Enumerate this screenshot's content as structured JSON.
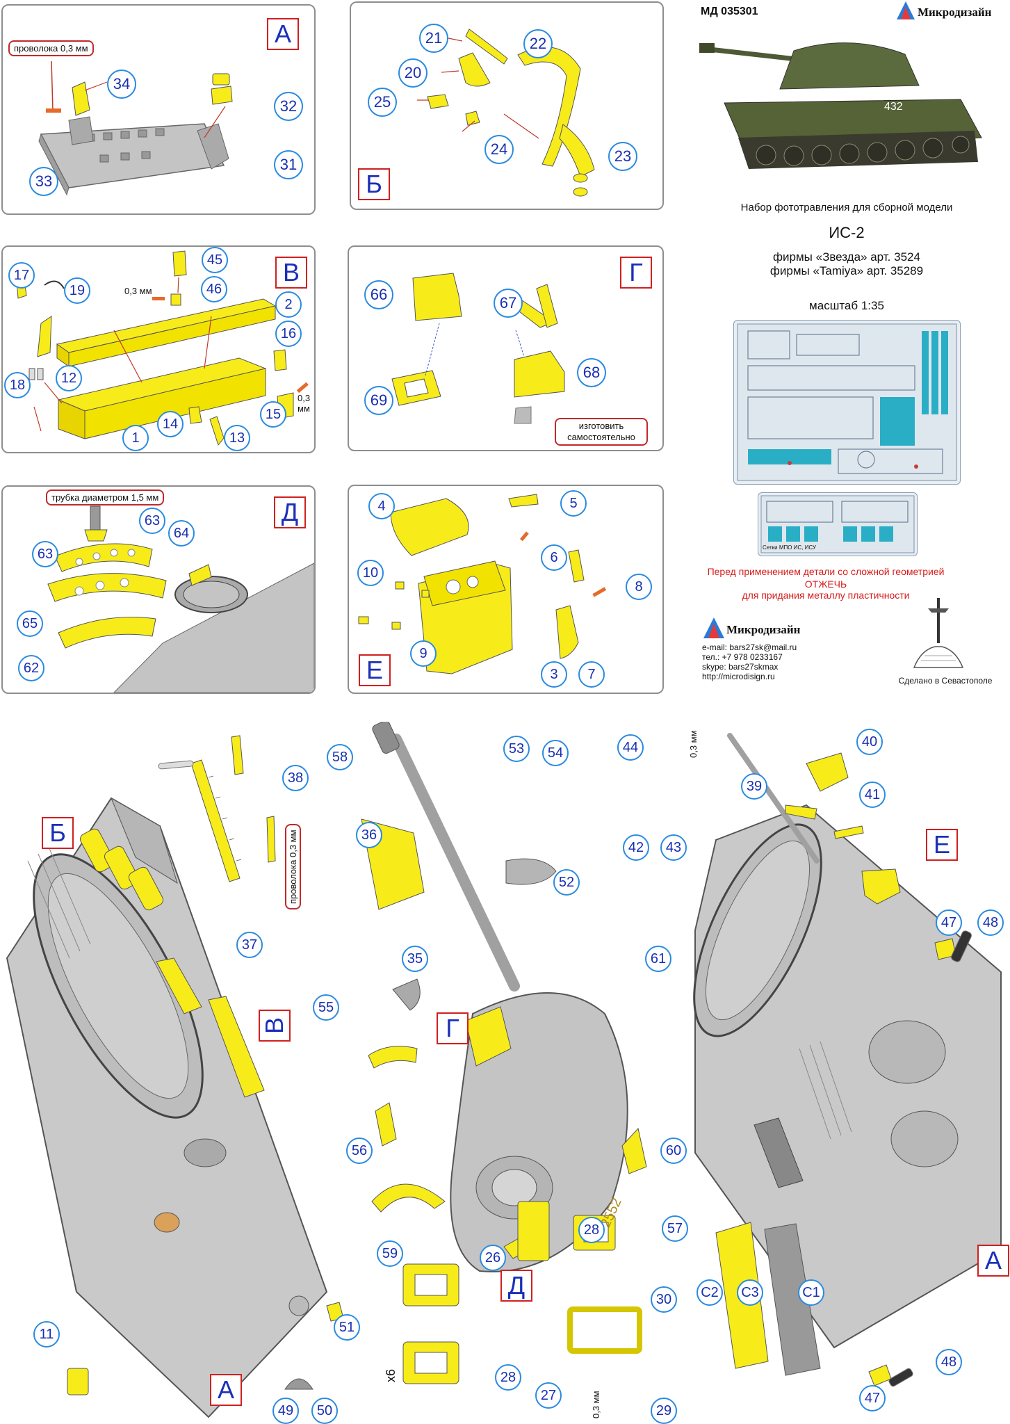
{
  "header": {
    "article": "МД 035301",
    "brand": "Микродизайн",
    "kit_caption": "Набор фототравления для сборной модели",
    "model_name": "ИС-2",
    "firm1": "фирмы «Звезда»  арт. 3524",
    "firm2": "фирмы «Tamiya» арт. 35289",
    "scale": "масштаб 1:35",
    "sheet_small_label": "Сетки МПО ИС, ИСУ",
    "sheet_code": "МД 035301"
  },
  "warning": {
    "line1": "Перед применением детали со сложной геометрией",
    "line2": "ОТЖЕЧЬ",
    "line3": "для придания металлу пластичности"
  },
  "contacts": {
    "brand": "Микродизайн",
    "email": "e-mail: bars27sk@mail.ru",
    "phone": "тел.: +7 978 0233167",
    "skype": "skype: bars27skmax",
    "web": "http://microdisign.ru",
    "made_in": "Сделано в Севастополе"
  },
  "panels": {
    "A": {
      "letter": "А",
      "note": "проволока 0,3 мм",
      "parts": [
        "34",
        "32",
        "31",
        "33"
      ]
    },
    "B": {
      "letter": "Б",
      "parts": [
        "21",
        "22",
        "20",
        "25",
        "24",
        "23"
      ]
    },
    "V": {
      "letter": "В",
      "note": "0,3 мм",
      "note2": "0,3 мм",
      "parts": [
        "17",
        "19",
        "45",
        "46",
        "2",
        "16",
        "12",
        "18",
        "14",
        "15",
        "13",
        "1"
      ]
    },
    "G": {
      "letter": "Г",
      "note": "изготовить самостоятельно",
      "parts": [
        "66",
        "67",
        "68",
        "69"
      ]
    },
    "D": {
      "letter": "Д",
      "note": "трубка диаметром 1,5 мм",
      "parts": [
        "63",
        "64",
        "63",
        "65",
        "62"
      ]
    },
    "E": {
      "letter": "Е",
      "parts": [
        "4",
        "5",
        "6",
        "10",
        "8",
        "9",
        "3",
        "7"
      ]
    }
  },
  "main": {
    "wire_note": "проволока 0,3 мм",
    "mm_note_a": "0,3 мм",
    "mm_note_b": "0,3 мм",
    "x6": "x6",
    "turret_number": "2552",
    "letters": {
      "B": "Б",
      "V": "В",
      "G": "Г",
      "D": "Д",
      "E": "Е",
      "A1": "А",
      "A2": "А"
    },
    "parts": {
      "p11": "11",
      "p38": "38",
      "p37": "37",
      "p58": "58",
      "p36": "36",
      "p35": "35",
      "p53": "53",
      "p54": "54",
      "p52": "52",
      "p44": "44",
      "p40": "40",
      "p39": "39",
      "p41": "41",
      "p42": "42",
      "p43": "43",
      "p47a": "47",
      "p48a": "48",
      "p55": "55",
      "p61": "61",
      "p56": "56",
      "p60": "60",
      "p57": "57",
      "p59": "59",
      "p28a": "28",
      "p26": "26",
      "p30": "30",
      "p51": "51",
      "p49": "49",
      "p50": "50",
      "p28b": "28",
      "p27": "27",
      "p29": "29",
      "pC2": "C2",
      "pC3": "C3",
      "pC1": "C1",
      "p47b": "47",
      "p48b": "48"
    }
  }
}
